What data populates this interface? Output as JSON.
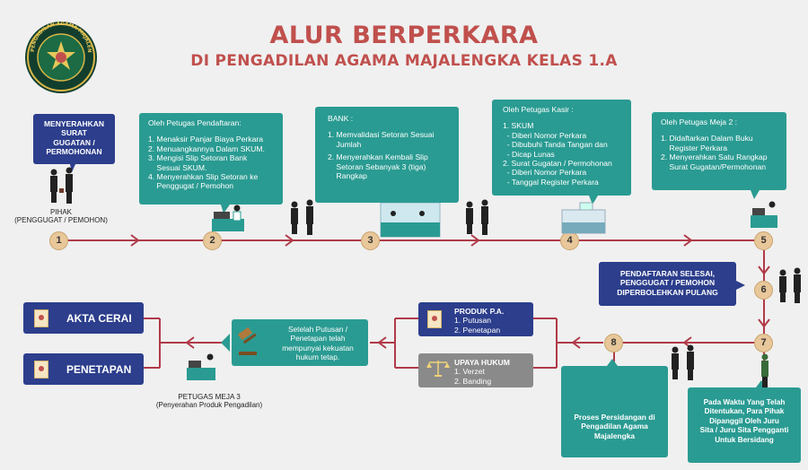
{
  "header": {
    "title": "ALUR BERPERKARA",
    "subtitle": "DI PENGADILAN AGAMA MAJALENGKA KELAS 1.A",
    "logo_text": "PENGADILAN AGAMA MAJALENGKA"
  },
  "colors": {
    "teal": "#2a9b92",
    "navy": "#2c3e8c",
    "red_title": "#c0504d",
    "arrow": "#b03a48",
    "step_circle": "#e8c79a"
  },
  "steps": [
    "1",
    "2",
    "3",
    "4",
    "5",
    "6",
    "7",
    "8"
  ],
  "box_pihak": {
    "line1": "MENYERAHKAN SURAT",
    "line2": "GUGATAN /",
    "line3": "PERMOHONAN"
  },
  "label_pihak": {
    "line1": "PIHAK",
    "line2": "(PENGGUGAT / PEMOHON)"
  },
  "box_pendaftaran": {
    "heading": "Oleh Petugas Pendaftaran:",
    "items": [
      "1. Menaksir Panjar Biaya Perkara",
      "2. Menuangkannya Dalam SKUM.",
      "3. Mengisi Slip Setoran Bank",
      "    Sesuai SKUM.",
      "4. Menyerahkan Slip Setoran ke",
      "    Penggugat / Pemohon"
    ]
  },
  "box_bank": {
    "heading": "BANK :",
    "items": [
      "1. Memvalidasi Setoran Sesuai",
      "    Jumlah",
      "2. Menyerahkan Kembali Slip",
      "    Setoran Sebanyak 3 (tiga)",
      "    Rangkap"
    ]
  },
  "box_kasir": {
    "heading": "Oleh Petugas Kasir :",
    "items": [
      "1. SKUM",
      "  - Diberi Nomor Perkara",
      "  - Dibubuhi Tanda Tangan dan",
      "  - Dicap Lunas",
      "2. Surat Gugatan / Permohonan",
      "  - Diberi Nomor Perkara",
      "  - Tanggal Register Perkara"
    ]
  },
  "box_meja2": {
    "heading": "Oleh Petugas Meja 2 :",
    "items": [
      "1. Didaftarkan Dalam Buku",
      "    Register Perkara",
      "2. Menyerahkan Satu Rangkap",
      "    Surat Gugatan/Permohonan"
    ]
  },
  "box_selesai": {
    "line1": "PENDAFTARAN SELESAI,",
    "line2": "PENGGUGAT / PEMOHON",
    "line3": "DIPERBOLEHKAN PULANG"
  },
  "box_waktu": {
    "line1": "Pada Waktu Yang Telah",
    "line2": "Ditentukan, Para Pihak",
    "line3": "Dipanggil Oleh Juru",
    "line4": "Sita / Juru Sita Pengganti",
    "line5": "Untuk Bersidang"
  },
  "box_sidang": {
    "line1": "Proses Persidangan di",
    "line2": "Pengadilan Agama",
    "line3": "Majalengka"
  },
  "box_produk": {
    "heading": "PRODUK P.A.",
    "item1": "1. Putusan",
    "item2": "2. Penetapan"
  },
  "box_upaya": {
    "heading": "UPAYA HUKUM",
    "item1": "1. Verzet",
    "item2": "2. Banding"
  },
  "box_putusan": {
    "line1": "Setelah Putusan /",
    "line2": "Penetapan telah",
    "line3": "mempunyai kekuatan",
    "line4": "hukum tetap."
  },
  "out_akta": "AKTA CERAI",
  "out_penetapan": "PENETAPAN",
  "label_meja3": {
    "line1": "PETUGAS MEJA 3",
    "line2": "(Penyerahan Produk Pengadilan)"
  }
}
